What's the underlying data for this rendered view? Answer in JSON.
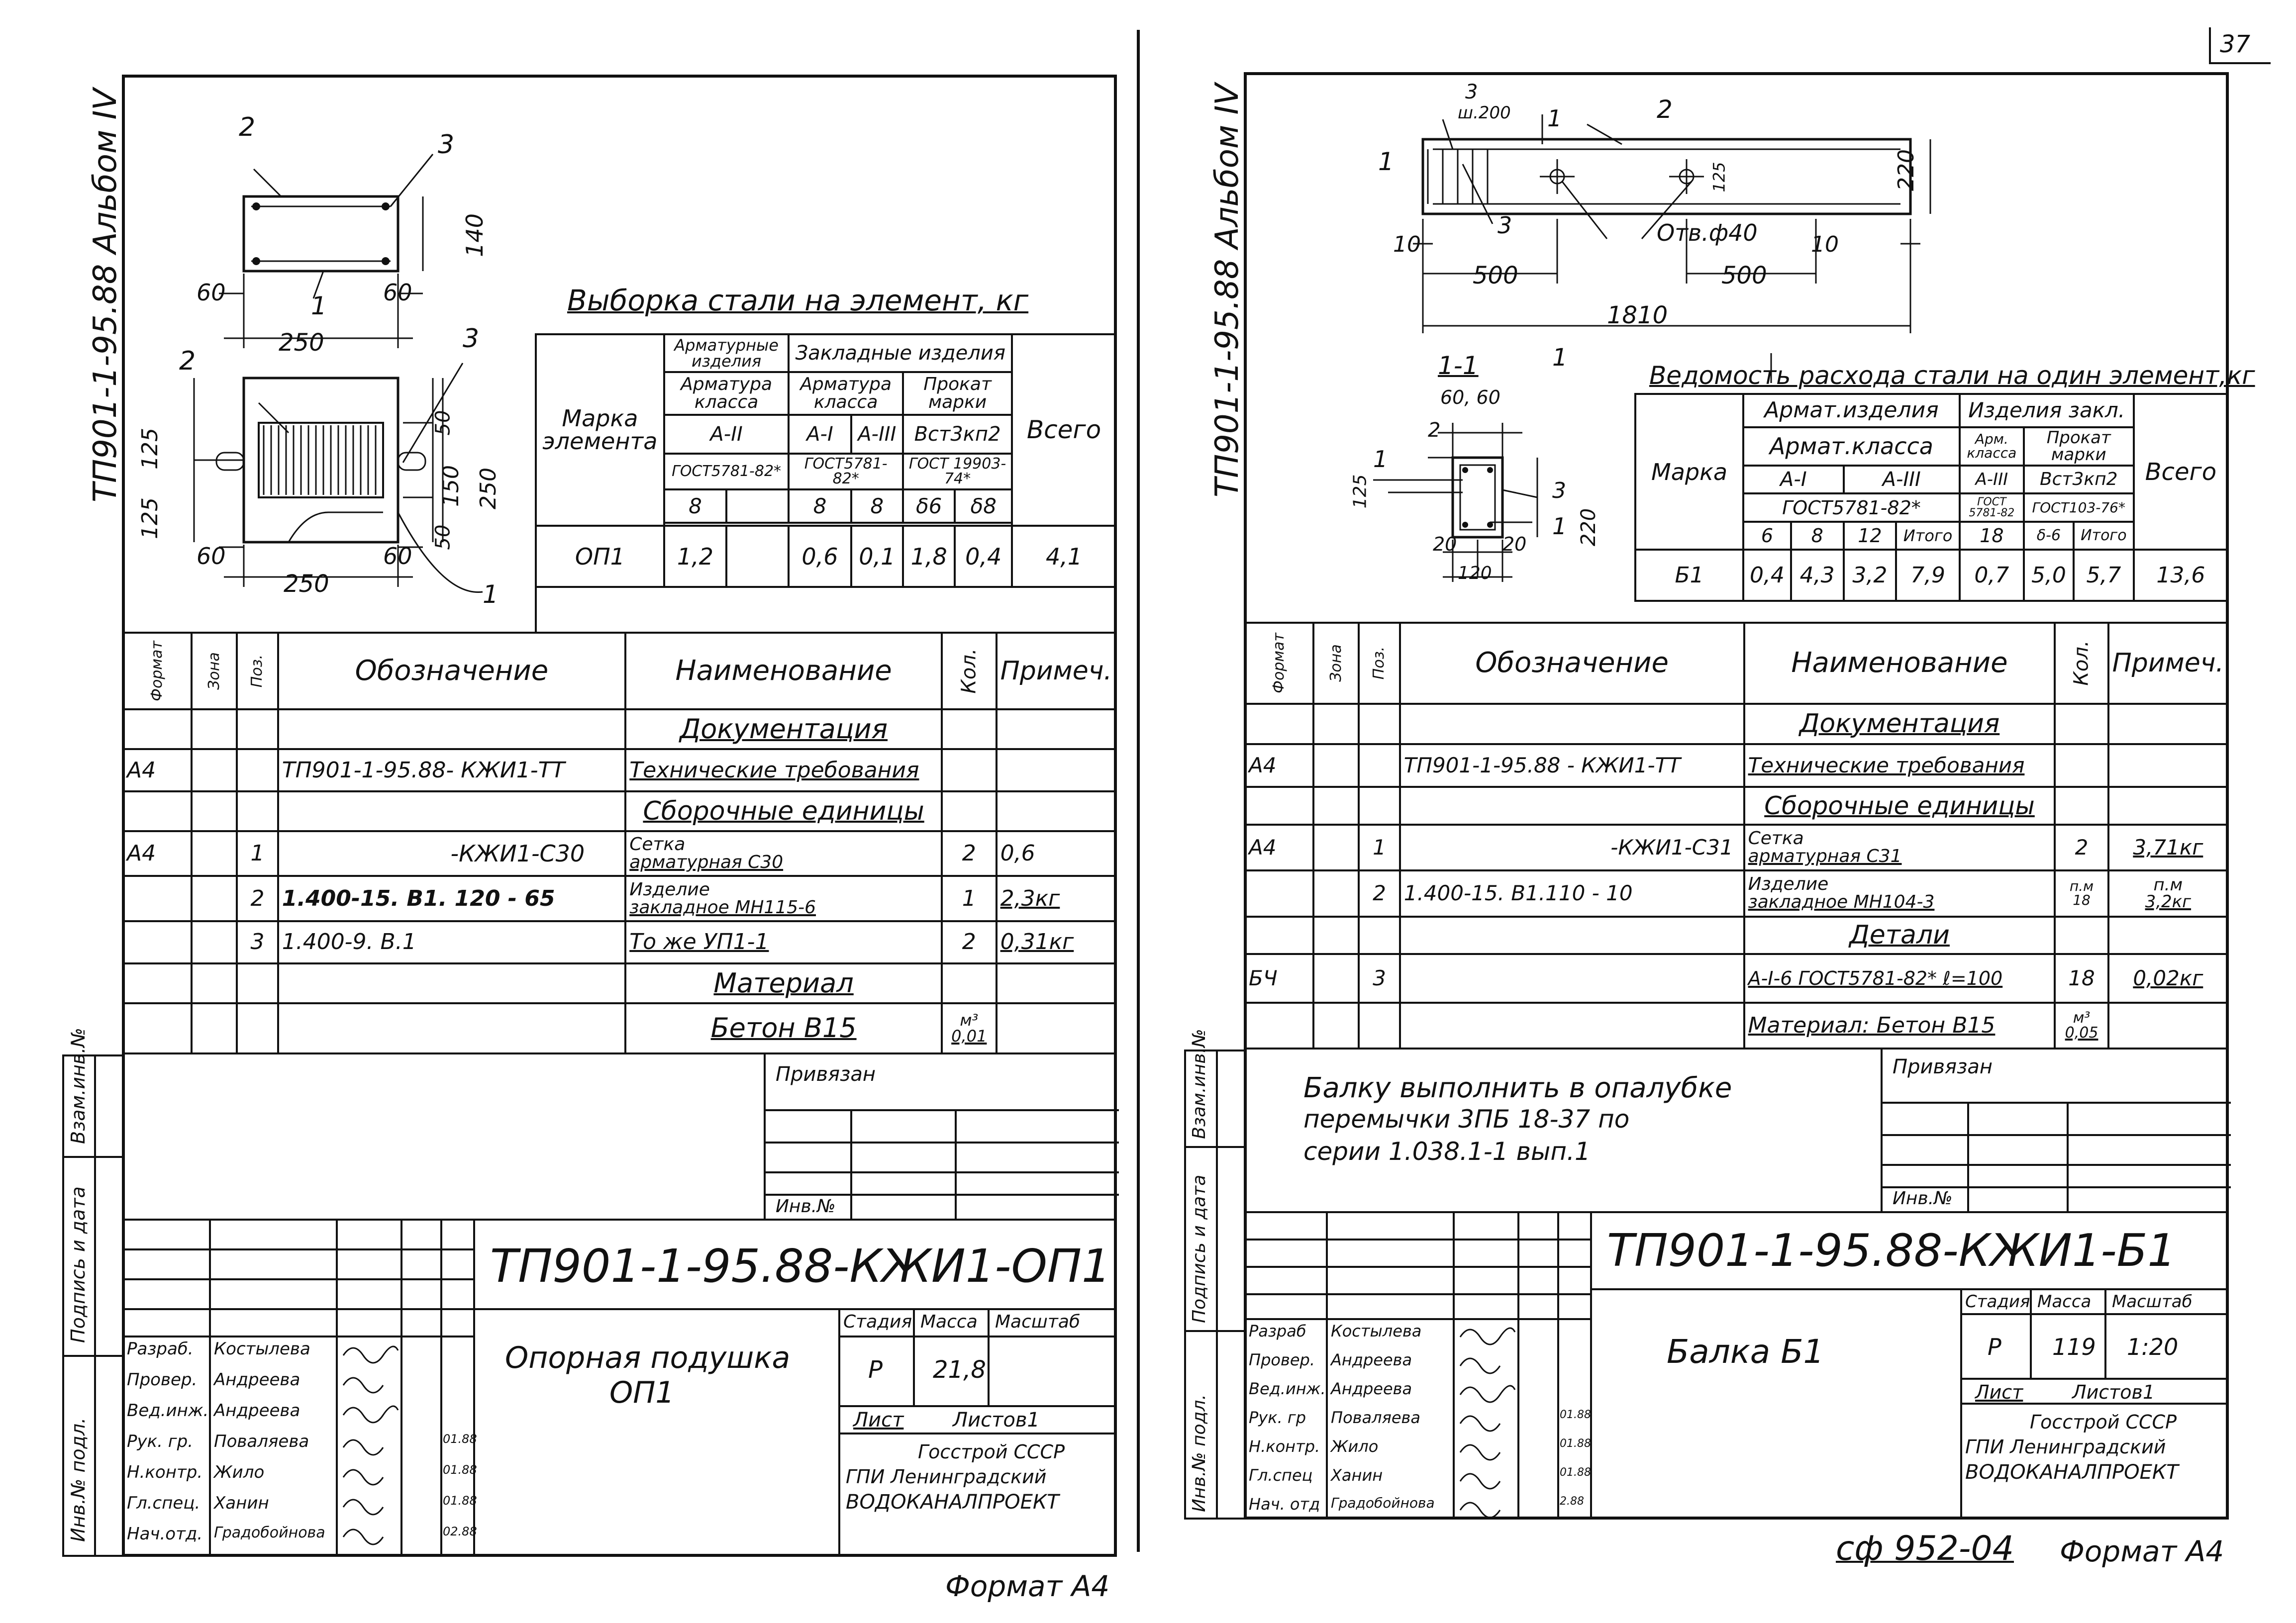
{
  "corner_page_number": "37",
  "center_bottom_code": "сф 952-04",
  "left": {
    "album_label": "ТП901-1-95.88 Альбом IV",
    "format_label": "Формат А4",
    "dims": {
      "d60a": "60",
      "d60b": "60",
      "d250a": "250",
      "d140": "140",
      "d125a": "125",
      "d125b": "125",
      "d150": "150",
      "d250v": "250",
      "d50a": "50",
      "d50b": "50",
      "d60c": "60",
      "d60d": "60",
      "d250b": "250"
    },
    "callouts": {
      "c1a": "1",
      "c2a": "2",
      "c3a": "3",
      "c2b": "2",
      "c3b": "3",
      "c1b": "1"
    },
    "steel_table": {
      "title": "Выборка стали на элемент, кг",
      "col_mark": "Марка элемента",
      "col_armatura_izdeliya": "Арматурные изделия",
      "col_armatura_klassa": "Арматура класса",
      "col_zakladnye": "Закладные изделия",
      "col_armatura_klassa2": "Арматура класса",
      "col_prokat": "Прокат марки",
      "col_total": "Всего",
      "cls_aII": "А-II",
      "cls_aI": "А-I",
      "cls_aIII": "А-III",
      "cls_vst": "Вст3кп2",
      "gost1": "ГОСТ5781-82*",
      "gost2": "ГОСТ5781-82*",
      "gost3": "ГОСТ 19903-74*",
      "sz_8a": "8",
      "sz_8b": "8",
      "sz_8c": "8",
      "sz_d6": "δ6",
      "sz_d8": "δ8",
      "row_mark": "ОП1",
      "v1": "1,2",
      "v2": "0,6",
      "v3": "0,1",
      "v4": "1,8",
      "v5": "0,4",
      "v6": "4,1"
    },
    "spec": {
      "h_format": "Формат",
      "h_zona": "Зона",
      "h_poz": "Поз.",
      "h_oboz": "Обозначение",
      "h_naim": "Наименование",
      "h_kol": "Кол.",
      "h_prim": "Примеч.",
      "sec_docs": "Документация",
      "r1_fmt": "А4",
      "r1_oboz": "ТП901-1-95.88- КЖИ1-ТТ",
      "r1_naim": "Технические требования",
      "sec_asm": "Сборочные единицы",
      "r2_fmt": "А4",
      "r2_poz": "1",
      "r2_oboz": "-КЖИ1-С30",
      "r2_naim_a": "Сетка",
      "r2_naim_b": "арматурная        С30",
      "r2_kol": "2",
      "r2_prim": "0,6",
      "r3_poz": "2",
      "r3_oboz": "1.400-15. В1. 120 - 65",
      "r3_naim_a": "Изделие",
      "r3_naim_b": "закладное    МН115-6",
      "r3_kol": "1",
      "r3_prim": "2,3кг",
      "r4_poz": "3",
      "r4_oboz": "1.400-9. В.1",
      "r4_naim": "То же      УП1-1",
      "r4_kol": "2",
      "r4_prim": "0,31кг",
      "sec_mat": "Материал",
      "r5_naim": "Бетон В15",
      "r5_kol_a": "м³",
      "r5_kol_b": "0,01"
    },
    "side_labels": {
      "inv_zam": "Взам.инв.№",
      "podp_data": "Подпись и дата",
      "inv_podl": "Инв.№ подл."
    },
    "title_block": {
      "privyazan": "Привязан",
      "inv_no": "Инв.№",
      "code": "ТП901-1-95.88-КЖИ1-ОП1",
      "name_a": "Опорная подушка",
      "name_b": "ОП1",
      "stadiya": "Стадия",
      "massa": "Масса",
      "masshtab": "Масштаб",
      "stadiya_val": "Р",
      "massa_val": "21,8",
      "list": "Лист",
      "listov": "Листов1",
      "org_a": "Госстрой СССР",
      "org_b": "ГПИ Ленинградский",
      "org_c": "ВОДОКАНАЛПРОЕКТ",
      "roles": [
        "Разраб.",
        "Провер.",
        "Вед.инж.",
        "Рук. гр.",
        "Н.контр.",
        "Гл.спец.",
        "Нач.отд."
      ],
      "names": [
        "Костылева",
        "Андреева",
        "Андреева",
        "Поваляева",
        "Жило",
        "Ханин",
        "Градобойнова"
      ],
      "dates": [
        "",
        "",
        "",
        "01.88",
        "01.88",
        "01.88",
        "02.88"
      ]
    }
  },
  "right": {
    "album_label": "ТП901-1-95.88 Альбом IV",
    "format_label": "Формат А4",
    "dims": {
      "d3": "3",
      "dsh": "ш.200",
      "d1a": "1",
      "d2": "2",
      "d1b": "1",
      "d125": "125",
      "d220a": "220",
      "d10a": "10",
      "d3b": "3",
      "dotv": "Отв.ф40",
      "d10b": "10",
      "d500a": "500",
      "d500b": "500",
      "d1810": "1810"
    },
    "section": {
      "title": "1-1",
      "d6060": "60, 60",
      "d2": "2",
      "d1a": "1",
      "d125": "125",
      "d3": "3",
      "d220": "220",
      "d1b": "1",
      "d20a": "20",
      "d20b": "20",
      "d120": "120",
      "cut1": "1"
    },
    "steel_table": {
      "title": "Ведомость расхода стали на один элемент,кг",
      "col_mark": "Марка",
      "col_armat": "Армат.изделия",
      "col_zakl": "Изделия закл.",
      "col_armat_klassa": "Армат.класса",
      "col_arm_kl": "Арм. класса",
      "col_prokat": "Прокат марки",
      "col_total": "Всего",
      "cls_aI": "А-I",
      "cls_aIII": "А-III",
      "cls_aIII2": "А-III",
      "cls_vst": "Вст3кп2",
      "gost1": "ГОСТ5781-82*",
      "gost2": "ГОСТ 5781-82",
      "gost3": "ГОСТ103-76*",
      "s6": "6",
      "s8": "8",
      "s12": "12",
      "s_itogo": "Итого",
      "s18": "18",
      "s_d6": "δ-6",
      "s_itogo2": "Итого",
      "row_mark": "Б1",
      "v1": "0,4",
      "v2": "4,3",
      "v3": "3,2",
      "v4": "7,9",
      "v5": "0,7",
      "v6": "5,0",
      "v7": "5,7",
      "v8": "13,6"
    },
    "spec": {
      "h_format": "Формат",
      "h_zona": "Зона",
      "h_poz": "Поз.",
      "h_oboz": "Обозначение",
      "h_naim": "Наименование",
      "h_kol": "Кол.",
      "h_prim": "Примеч.",
      "sec_docs": "Документация",
      "r1_fmt": "А4",
      "r1_oboz": "ТП901-1-95.88 - КЖИ1-ТТ",
      "r1_naim": "Технические требования",
      "sec_asm": "Сборочные единицы",
      "r2_fmt": "А4",
      "r2_poz": "1",
      "r2_oboz": "-КЖИ1-С31",
      "r2_naim_a": "Сетка",
      "r2_naim_b": "арматурная  С31",
      "r2_kol": "2",
      "r2_prim": "3,71кг",
      "r3_poz": "2",
      "r3_oboz": "1.400-15. В1.110 - 10",
      "r3_naim_a": "Изделие",
      "r3_naim_b": "закладное  МН104-3",
      "r3_kol_a": "п.м",
      "r3_kol_b": "18",
      "r3_prim_a": "п.м",
      "r3_prim_b": "3,2кг",
      "sec_det": "Детали",
      "r4_fmt": "БЧ",
      "r4_poz": "3",
      "r4_naim": "А-I-6 ГОСТ5781-82* ℓ=100",
      "r4_kol": "18",
      "r4_prim": "0,02кг",
      "r5_naim": "Материал: Бетон В15",
      "r5_kol_a": "м³",
      "r5_kol_b": "0,05"
    },
    "side_labels": {
      "inv_zam": "Взам.инв.№",
      "podp_data": "Подпись и дата",
      "inv_podl": "Инв.№ подл."
    },
    "note": [
      "Балку выполнить в опалубке",
      "перемычки  3ПБ 18-37  по",
      "серии 1.038.1-1   вып.1"
    ],
    "title_block": {
      "privyazan": "Привязан",
      "inv_no": "Инв.№",
      "code": "ТП901-1-95.88-КЖИ1-Б1",
      "name": "Балка Б1",
      "stadiya": "Стадия",
      "massa": "Масса",
      "masshtab": "Масштаб",
      "stadiya_val": "Р",
      "massa_val": "119",
      "masshtab_val": "1:20",
      "list": "Лист",
      "listov": "Листов1",
      "org_a": "Госстрой СССР",
      "org_b": "ГПИ Ленинградский",
      "org_c": "ВОДОКАНАЛПРОЕКТ",
      "roles": [
        "Разраб",
        "Провер.",
        "Вед.инж.",
        "Рук. гр",
        "Н.контр.",
        "Гл.спец",
        "Нач. отд"
      ],
      "names": [
        "Костылева",
        "Андреева",
        "Андреева",
        "Поваляева",
        "Жило",
        "Ханин",
        "Градобойнова"
      ],
      "dates": [
        "",
        "",
        "",
        "01.88",
        "01.88",
        "01.88",
        "2.88"
      ]
    }
  }
}
